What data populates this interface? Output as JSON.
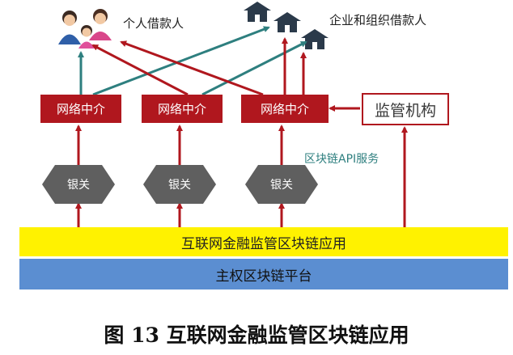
{
  "top": {
    "individual_label": "个人借款人",
    "org_label": "企业和组织借款人"
  },
  "intermediaries": [
    "网络中介",
    "网络中介",
    "网络中介"
  ],
  "regulator": "监管机构",
  "api_label": "区块链API服务",
  "gateways": [
    "银关",
    "银关",
    "银关"
  ],
  "app_layer": "互联网金融监管区块链应用",
  "platform_layer": "主权区块链平台",
  "caption": "图 13 互联网金融监管区块链应用",
  "icons": [
    "people-icon",
    "house-icon",
    "house-icon",
    "house-icon"
  ],
  "colors": {
    "red": "#b0171e",
    "teal": "#2e7f7f",
    "yellow": "#fff200",
    "blue": "#5b8ed1",
    "gray": "#5f5f5f"
  }
}
